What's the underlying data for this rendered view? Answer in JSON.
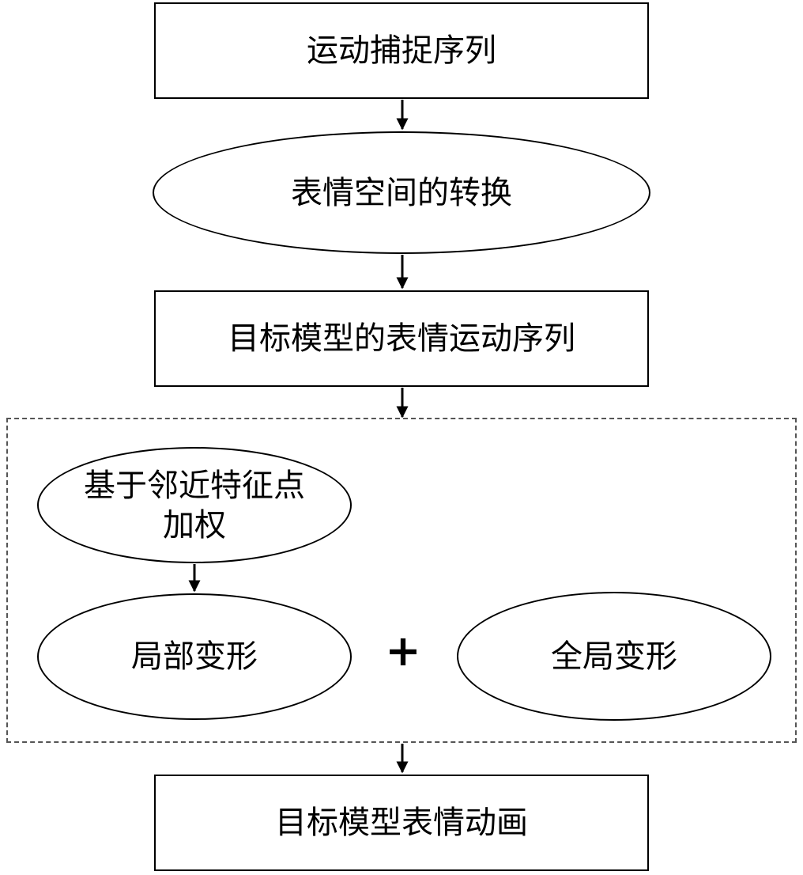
{
  "nodes": {
    "mocap_sequence": "运动捕捉序列",
    "expression_space_transform": "表情空间的转换",
    "target_model_motion_sequence": "目标模型的表情运动序列",
    "neighbor_weighting": "基于邻近特征点加权",
    "local_deformation": "局部变形",
    "global_deformation": "全局变形",
    "target_model_animation": "目标模型表情动画"
  },
  "plus_symbol": "+"
}
